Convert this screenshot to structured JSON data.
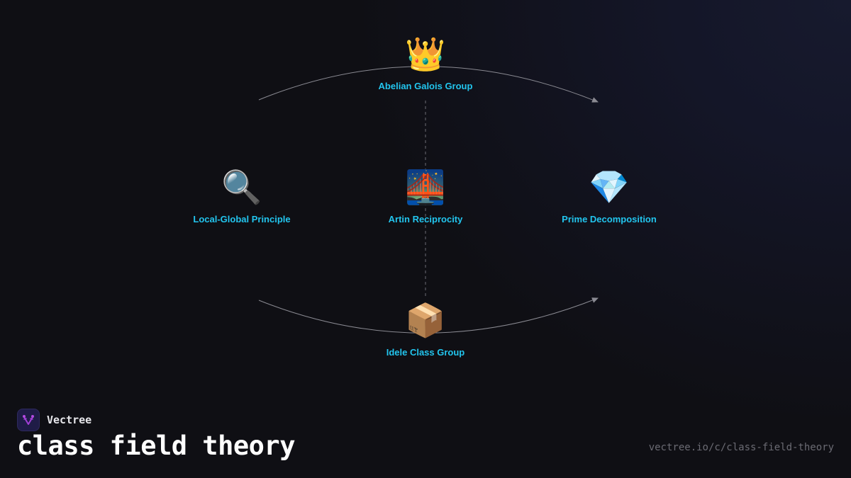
{
  "diagram": {
    "nodes": [
      {
        "id": "abelian",
        "icon": "👑",
        "icon_name": "crown-icon",
        "label": "Abelian Galois Group"
      },
      {
        "id": "local-global",
        "icon": "🔍",
        "icon_name": "magnifying-glass-icon",
        "label": "Local-Global Principle"
      },
      {
        "id": "artin",
        "icon": "🌉",
        "icon_name": "bridge-at-night-icon",
        "label": "Artin Reciprocity"
      },
      {
        "id": "prime",
        "icon": "💎",
        "icon_name": "gem-icon",
        "label": "Prime Decomposition"
      },
      {
        "id": "idele",
        "icon": "📦",
        "icon_name": "package-icon",
        "label": "Idele Class Group"
      }
    ],
    "edges": [
      {
        "from": "local-global",
        "to": "prime",
        "via": "abelian",
        "style": "solid-arrow"
      },
      {
        "from": "local-global",
        "to": "prime",
        "via": "idele",
        "style": "solid-arrow"
      },
      {
        "from": "abelian",
        "to": "idele",
        "via": "artin",
        "style": "dashed"
      }
    ],
    "colors": {
      "label": "#22c5ee",
      "edge": "#8a8a92",
      "background": "#0f0f14"
    }
  },
  "footer": {
    "brand": "Vectree",
    "title": "class field theory",
    "url": "vectree.io/c/class-field-theory"
  }
}
